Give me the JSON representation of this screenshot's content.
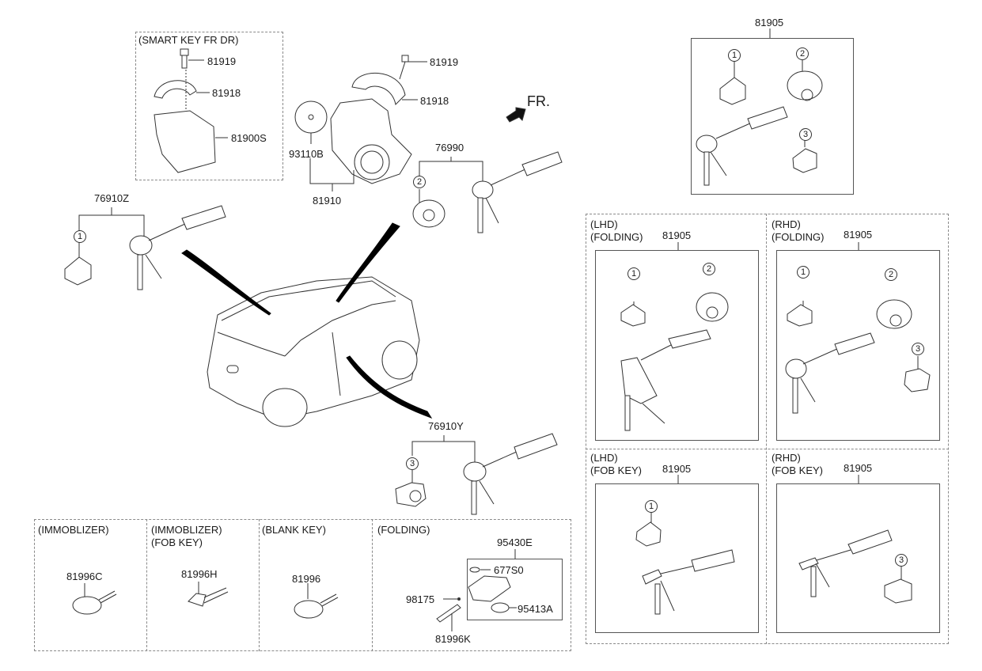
{
  "diagram": {
    "title": "Key & Cylinder Set Parts Diagram",
    "direction_marker": "FR.",
    "smart_key_group": {
      "title": "(SMART KEY FR DR)",
      "parts": [
        "81919",
        "81918",
        "81900S"
      ]
    },
    "ignition_group": {
      "parts": [
        "81919",
        "81918",
        "93110B",
        "81910"
      ]
    },
    "kit_76990": {
      "label": "76990",
      "callout": "2"
    },
    "kit_76910Z": {
      "label": "76910Z",
      "callout": "1"
    },
    "kit_76910Y": {
      "label": "76910Y",
      "callout": "3"
    },
    "main_set": {
      "label": "81905",
      "callouts": [
        "1",
        "2",
        "3"
      ]
    },
    "variants": [
      {
        "side": "(LHD)",
        "type": "(FOLDING)",
        "label": "81905",
        "callouts": [
          "1",
          "2"
        ]
      },
      {
        "side": "(RHD)",
        "type": "(FOLDING)",
        "label": "81905",
        "callouts": [
          "1",
          "2",
          "3"
        ]
      },
      {
        "side": "(LHD)",
        "type": "(FOB KEY)",
        "label": "81905",
        "callouts": [
          "1"
        ]
      },
      {
        "side": "(RHD)",
        "type": "(FOB KEY)",
        "label": "81905",
        "callouts": [
          "3"
        ]
      }
    ],
    "bottom_panels": [
      {
        "title": "(IMMOBLIZER)",
        "subtitle": "",
        "part": "81996C"
      },
      {
        "title": "(IMMOBLIZER)",
        "subtitle": "(FOB KEY)",
        "part": "81996H"
      },
      {
        "title": "(BLANK KEY)",
        "subtitle": "",
        "part": "81996"
      }
    ],
    "folding_panel": {
      "title": "(FOLDING)",
      "remote_label": "95430E",
      "parts": [
        "677S0",
        "95413A",
        "98175",
        "81996K"
      ]
    }
  }
}
